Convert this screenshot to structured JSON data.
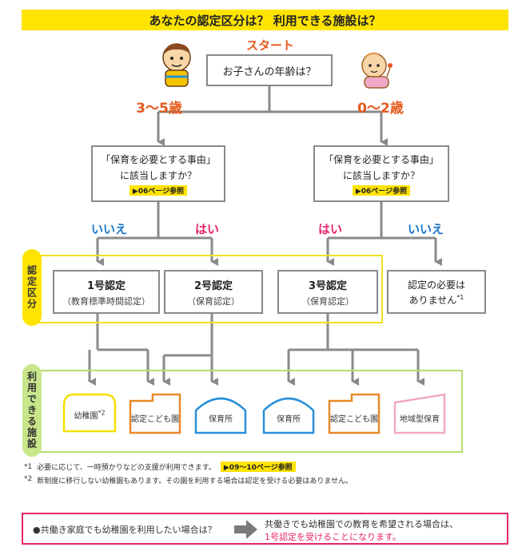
{
  "title": "あなたの認定区分は？ 利用できる施設は？",
  "start_label": "スタート",
  "age_question": "お子さんの年齢は？",
  "age_left": "3～5歳",
  "age_right": "0～2歳",
  "need_question": {
    "line1": "「保育を必要とする事由」",
    "line2": "に該当しますか？",
    "ref": "▶06ページ参照"
  },
  "answers": {
    "no": "いいえ",
    "yes": "はい"
  },
  "side_certification": "認定区分",
  "side_facilities": "利用できる施設",
  "certifications": [
    {
      "title": "1号認定",
      "sub": "（教育標準時間認定）"
    },
    {
      "title": "2号認定",
      "sub": "（保育認定）"
    },
    {
      "title": "3号認定",
      "sub": "（保育認定）"
    },
    {
      "title": "認定の必要は",
      "sub": "ありません",
      "note": "*1"
    }
  ],
  "facilities": [
    {
      "label": "幼稚園",
      "note": "*2",
      "color": "#f5e000"
    },
    {
      "label": "認定こども園",
      "color": "#e8892a"
    },
    {
      "label": "保育所",
      "color": "#2a8fd8"
    },
    {
      "label": "保育所",
      "color": "#2a8fd8"
    },
    {
      "label": "認定こども園",
      "color": "#e8892a"
    },
    {
      "label": "地域型保育",
      "color": "#f0a8c8"
    }
  ],
  "notes": {
    "n1_mark": "*1",
    "n1_text": "必要に応じて、一時預かりなどの支援が利用できます。",
    "n1_ref": "▶09～10ページ参照",
    "n2_mark": "*2",
    "n2_text": "新制度に移行しない幼稚園もあります。その園を利用する場合は認定を受ける必要はありません。"
  },
  "bottom": {
    "question": "●共働き家庭でも幼稚園を利用したい場合は？",
    "answer_line1": "共働きでも幼稚園での教育を希望される場合は、",
    "answer_line2": "1号認定を受けることになります。"
  },
  "colors": {
    "yellow": "#ffe400",
    "orange": "#e55a1c",
    "blue": "#1c78c8",
    "pink": "#e8246d",
    "gray_line": "#8a8a8a",
    "cert_border": "#f0e020",
    "facility_border": "#b8dc70"
  }
}
